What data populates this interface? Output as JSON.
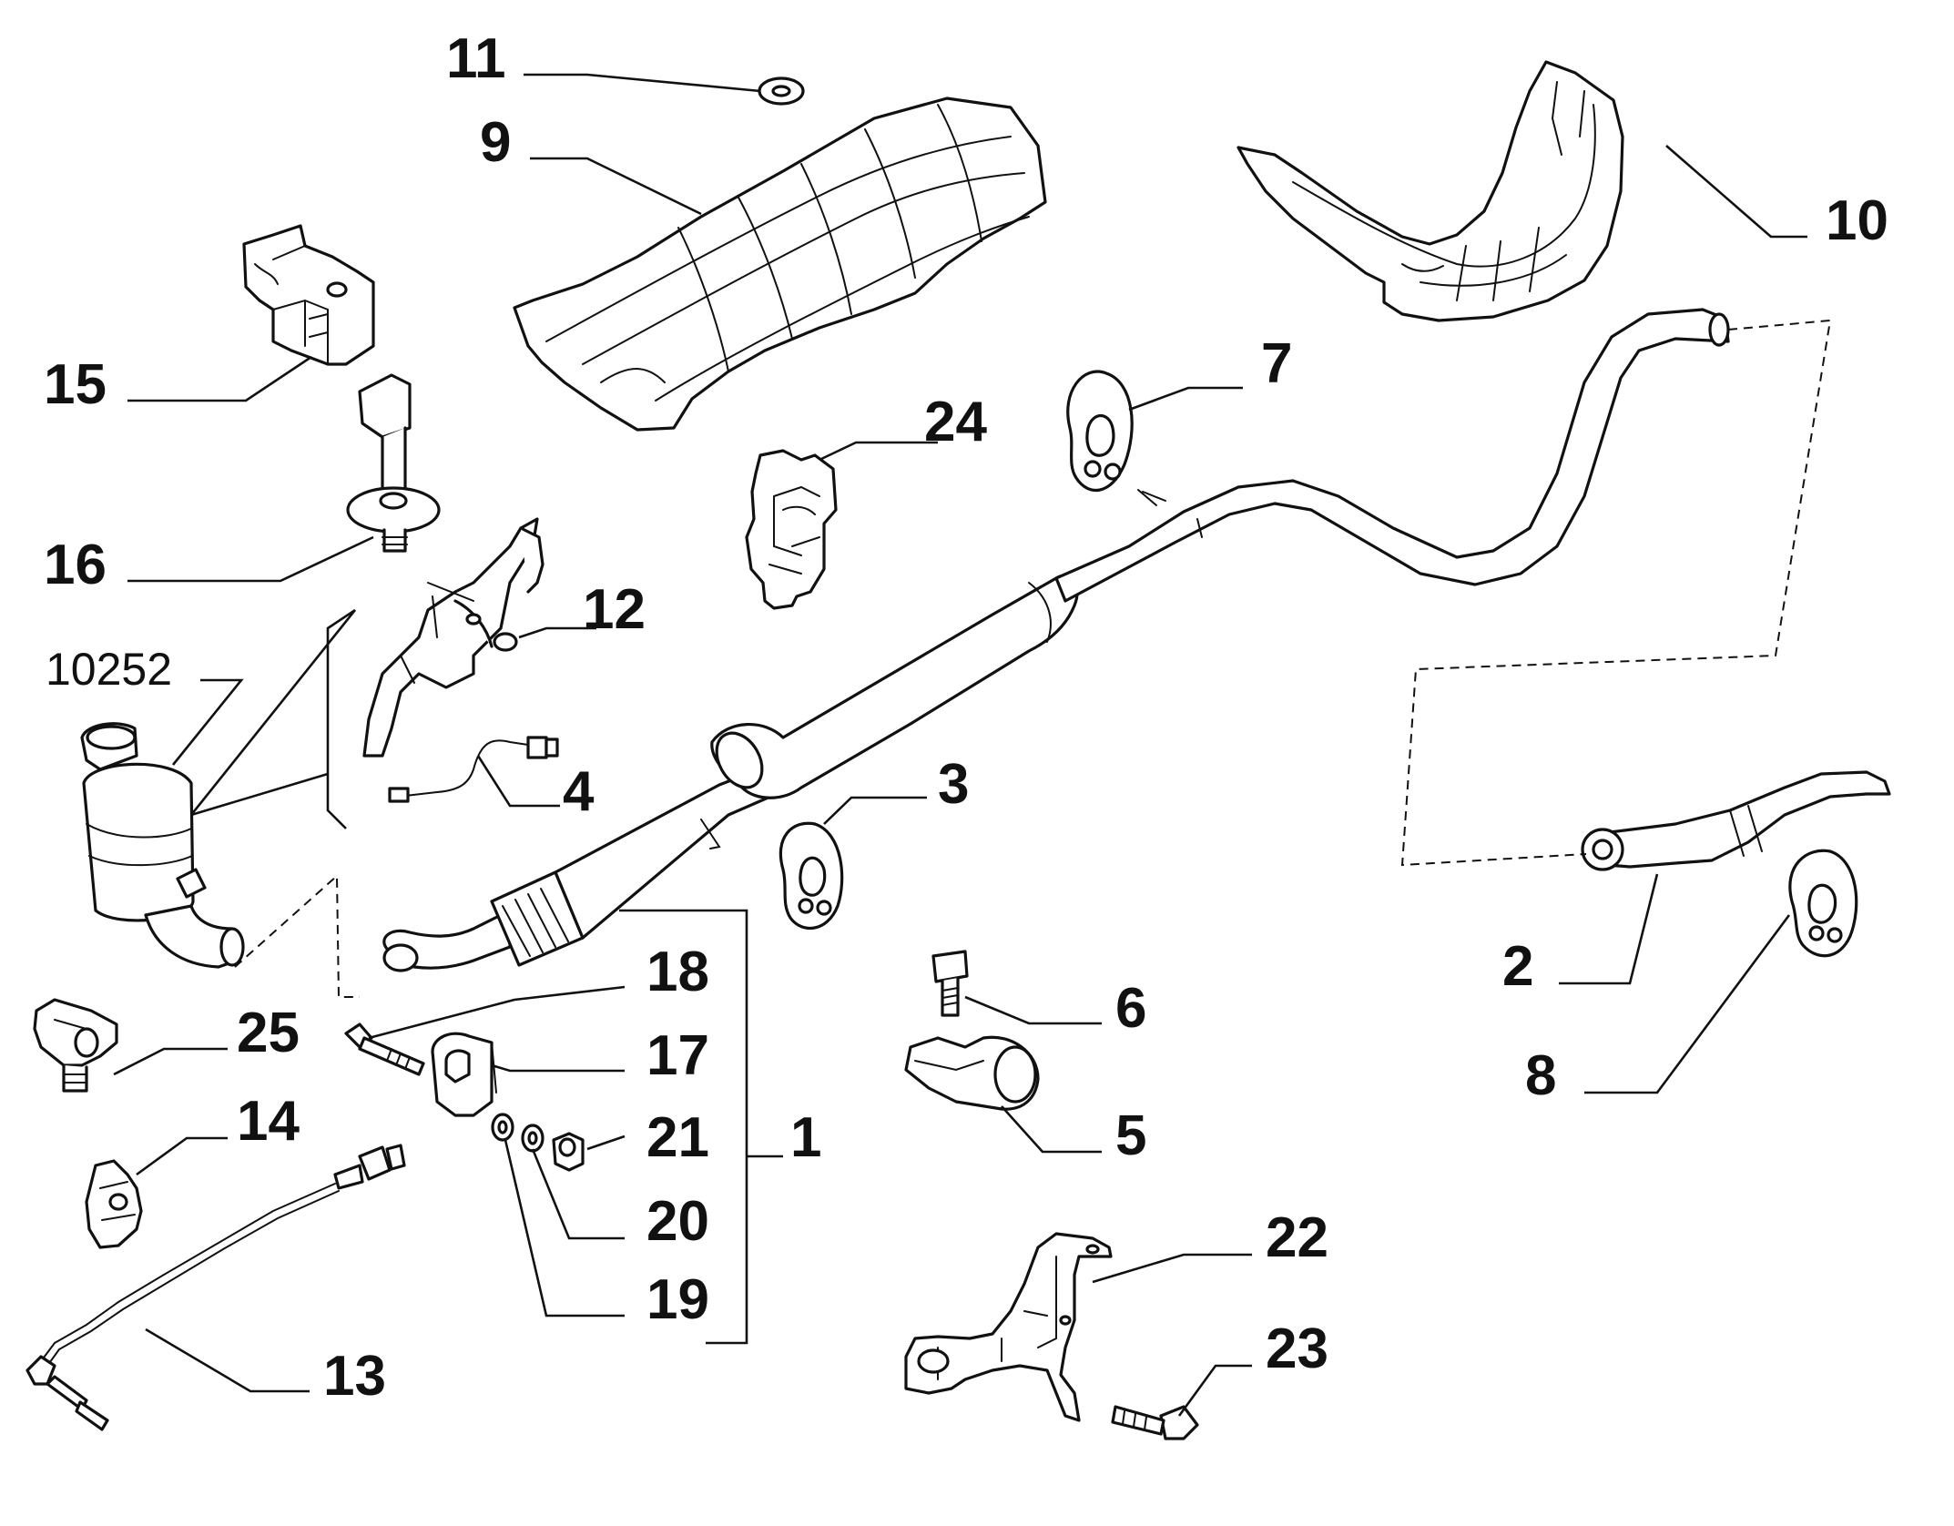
{
  "diagram": {
    "callouts": {
      "c1": "1",
      "c2": "2",
      "c3": "3",
      "c4": "4",
      "c5": "5",
      "c6": "6",
      "c7": "7",
      "c8": "8",
      "c9": "9",
      "c10": "10",
      "c11": "11",
      "c12": "12",
      "c13": "13",
      "c14": "14",
      "c15": "15",
      "c16": "16",
      "c17": "17",
      "c18": "18",
      "c19": "19",
      "c20": "20",
      "c21": "21",
      "c22": "22",
      "c23": "23",
      "c24": "24",
      "c25": "25",
      "c10252": "10252"
    }
  }
}
